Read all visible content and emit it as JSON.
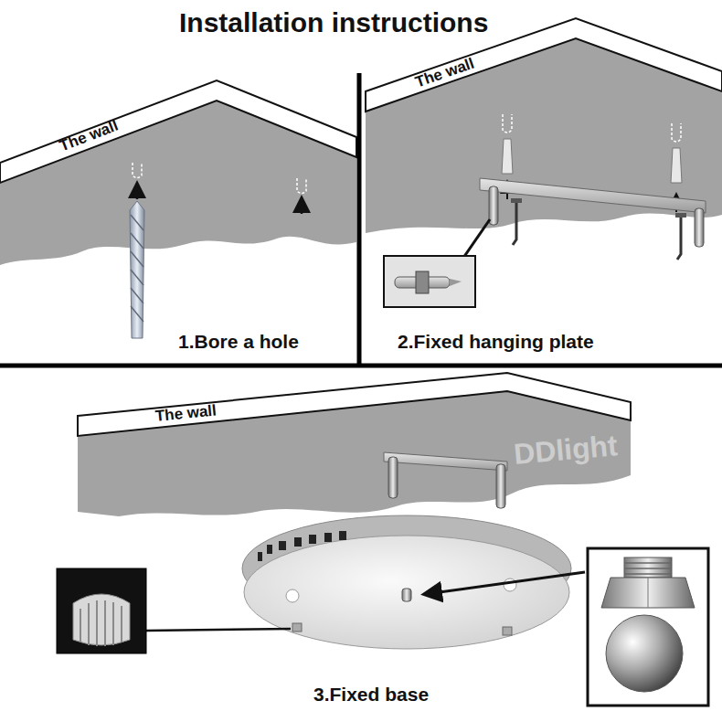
{
  "diagram": {
    "title": "Installation instructions",
    "labels": [
      "The wall",
      "1.Bore a hole",
      "The wall",
      "2.Fixed hanging plate",
      "The wall",
      "DDlight",
      "3.Fixed base"
    ]
  }
}
